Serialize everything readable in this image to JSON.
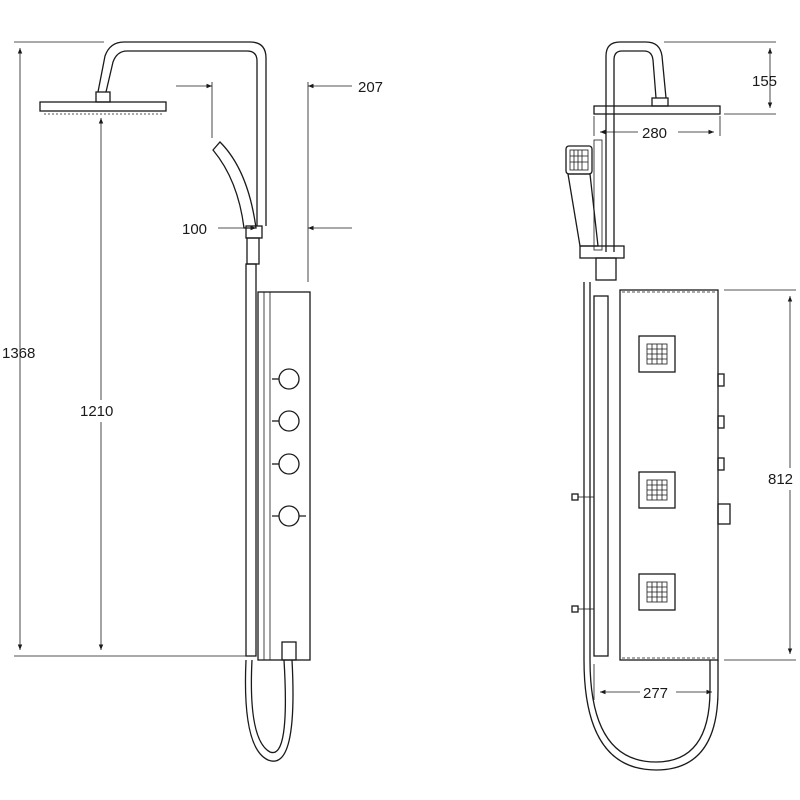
{
  "dimensions": {
    "total_height": "1368",
    "head_to_floor": "1210",
    "arm_reach": "207",
    "bar_offset": "100",
    "head_drop": "155",
    "head_diameter": "280",
    "panel_height": "812",
    "panel_width": "277"
  }
}
